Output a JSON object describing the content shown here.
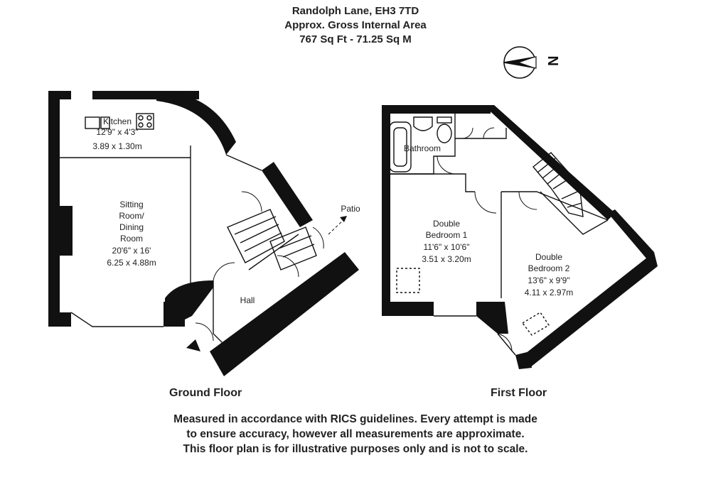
{
  "header": {
    "address": "Randolph Lane, EH3 7TD",
    "area_label": "Approx. Gross Internal Area",
    "area_value": "767 Sq Ft  -  71.25 Sq M"
  },
  "compass": {
    "label": "N"
  },
  "ground_floor": {
    "label": "Ground Floor",
    "rooms": {
      "kitchen": {
        "name": "Kitchen",
        "imperial": "12'9\" x 4'3\"",
        "metric": "3.89 x 1.30m"
      },
      "sitting": {
        "name_line1": "Sitting",
        "name_line2": "Room/",
        "name_line3": "Dining",
        "name_line4": "Room",
        "imperial": "20'6\" x 16'",
        "metric": "6.25 x 4.88m"
      },
      "hall": {
        "name": "Hall"
      },
      "patio": {
        "name": "Patio"
      }
    }
  },
  "first_floor": {
    "label": "First Floor",
    "rooms": {
      "bathroom": {
        "name": "Bathroom"
      },
      "bedroom1": {
        "name_line1": "Double",
        "name_line2": "Bedroom 1",
        "imperial": "11'6\" x 10'6\"",
        "metric": "3.51 x 3.20m"
      },
      "bedroom2": {
        "name_line1": "Double",
        "name_line2": "Bedroom 2",
        "imperial": "13'6\" x 9'9\"",
        "metric": "4.11 x 2.97m"
      }
    }
  },
  "disclaimer": {
    "line1": "Measured in accordance with RICS guidelines. Every attempt is made",
    "line2": "to ensure accuracy, however all measurements are approximate.",
    "line3": "This floor plan is for illustrative purposes only and is not to scale."
  }
}
